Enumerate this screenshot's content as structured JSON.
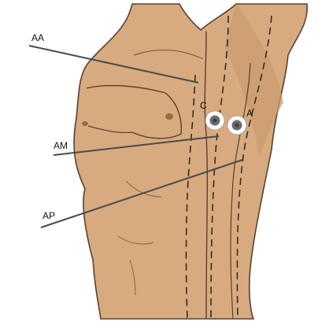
{
  "labels": {
    "aa": "AA",
    "am": "AM",
    "ap": "AP",
    "c": "C",
    "a": "A"
  },
  "colors": {
    "background": "#ffffff",
    "skin": "#d7ab7f",
    "skin_shadow": "#b98a5d",
    "outline": "#5a4032",
    "pointer_line": "#4a4a4a",
    "electrode_ring": "#ffffff",
    "electrode_inner": "#6b6b6b"
  },
  "icons": {
    "electrode": "ecg-electrode-icon"
  }
}
